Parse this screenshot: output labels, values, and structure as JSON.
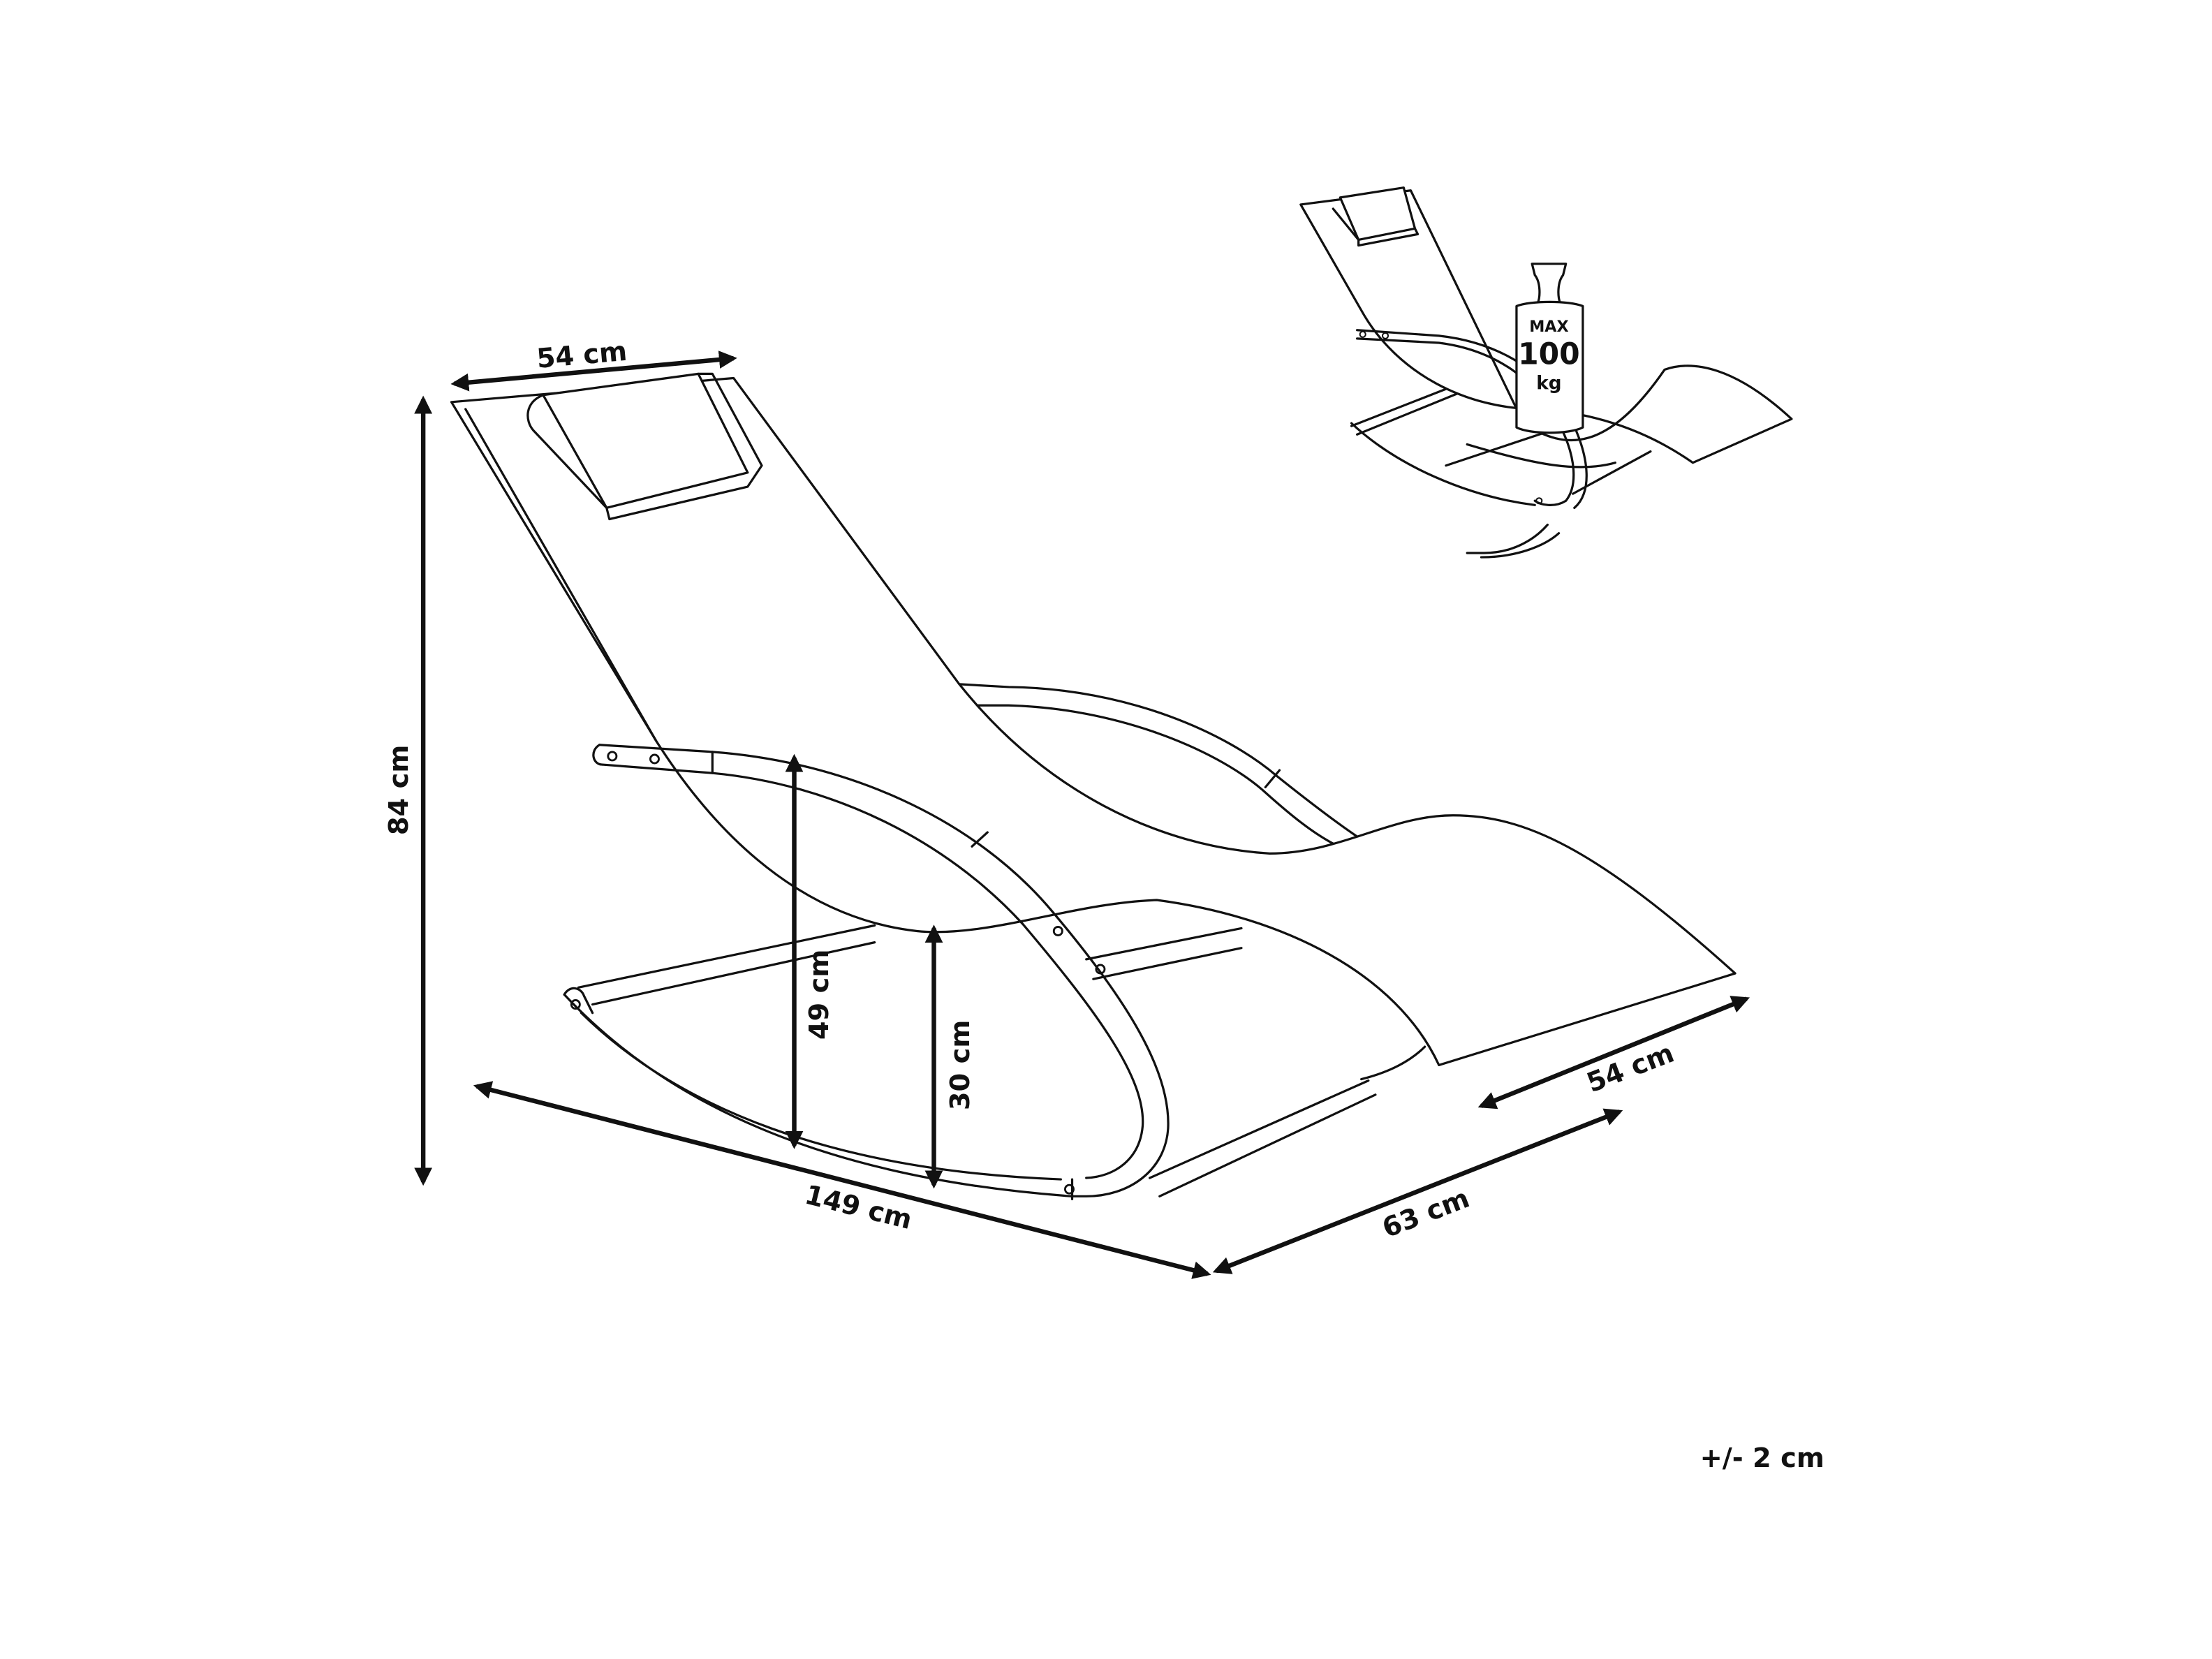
{
  "dimensions": {
    "backrest_width": "54 cm",
    "total_height": "84 cm",
    "armrest_height": "49 cm",
    "seat_height": "30 cm",
    "length": "149 cm",
    "width": "63 cm",
    "seat_width": "54 cm"
  },
  "max_load": {
    "line1": "MAX",
    "line2": "100",
    "line3": "kg"
  },
  "tolerance": "+/- 2 cm"
}
